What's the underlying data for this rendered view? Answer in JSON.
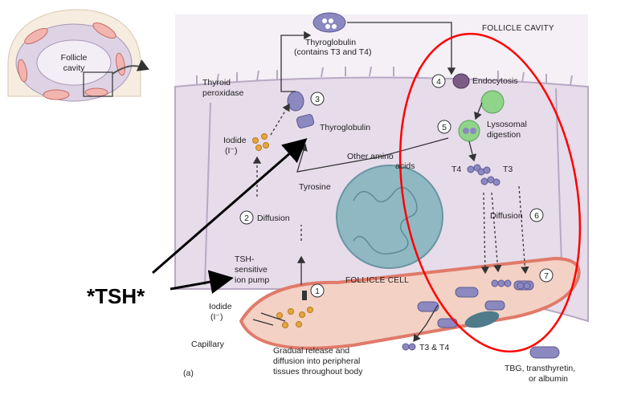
{
  "inset": {
    "label_line1": "Follicle",
    "label_line2": "cavity"
  },
  "labels": {
    "follicle_cavity": "FOLLICLE CAVITY",
    "thyroglobulin_top": "Thyroglobulin",
    "thyroglobulin_top_sub": "(contains T3 and T4)",
    "thyroid_peroxidase_line1": "Thyroid",
    "thyroid_peroxidase_line2": "peroxidase",
    "endocytosis": "Endocytosis",
    "thyroglobulin_mid": "Thyroglobulin",
    "iodide_cell_line1": "Iodide",
    "iodide_cell_line2": "(I⁻)",
    "other_amino_line1": "Other amino",
    "other_amino_line2": "acids",
    "lysosomal_line1": "Lysosomal",
    "lysosomal_line2": "digestion",
    "tyrosine": "Tyrosine",
    "t4": "T4",
    "t3": "T3",
    "diffusion_left": "Diffusion",
    "diffusion_right": "Diffusion",
    "tsh_pump_line1": "TSH-",
    "tsh_pump_line2": "sensitive",
    "tsh_pump_line3": "ion pump",
    "follicle_cell": "FOLLICLE CELL",
    "iodide_cap_line1": "Iodide",
    "iodide_cap_line2": "(I⁻)",
    "capillary": "Capillary",
    "gradual_line1": "Gradual release and",
    "gradual_line2": "diffusion into peripheral",
    "gradual_line3": "tissues throughout body",
    "t3_t4": "T3 & T4",
    "tbg_line1": "TBG, transthyretin,",
    "tbg_line2": "or albumin",
    "panel": "(a)"
  },
  "steps": [
    "1",
    "2",
    "3",
    "4",
    "5",
    "6",
    "7"
  ],
  "annotation": {
    "tsh": "*TSH*"
  },
  "colors": {
    "cell_fill": "#e6dcea",
    "membrane": "#b9a8c4",
    "capillary_fill": "#f3d1c4",
    "capillary_wall": "#e07a6a",
    "protein": "#8c88c0",
    "iodide": "#e7a63c",
    "nucleus": "#8fb8c2",
    "vesicle": "#8fd48a",
    "highlight_ellipse": "#ff0000"
  }
}
